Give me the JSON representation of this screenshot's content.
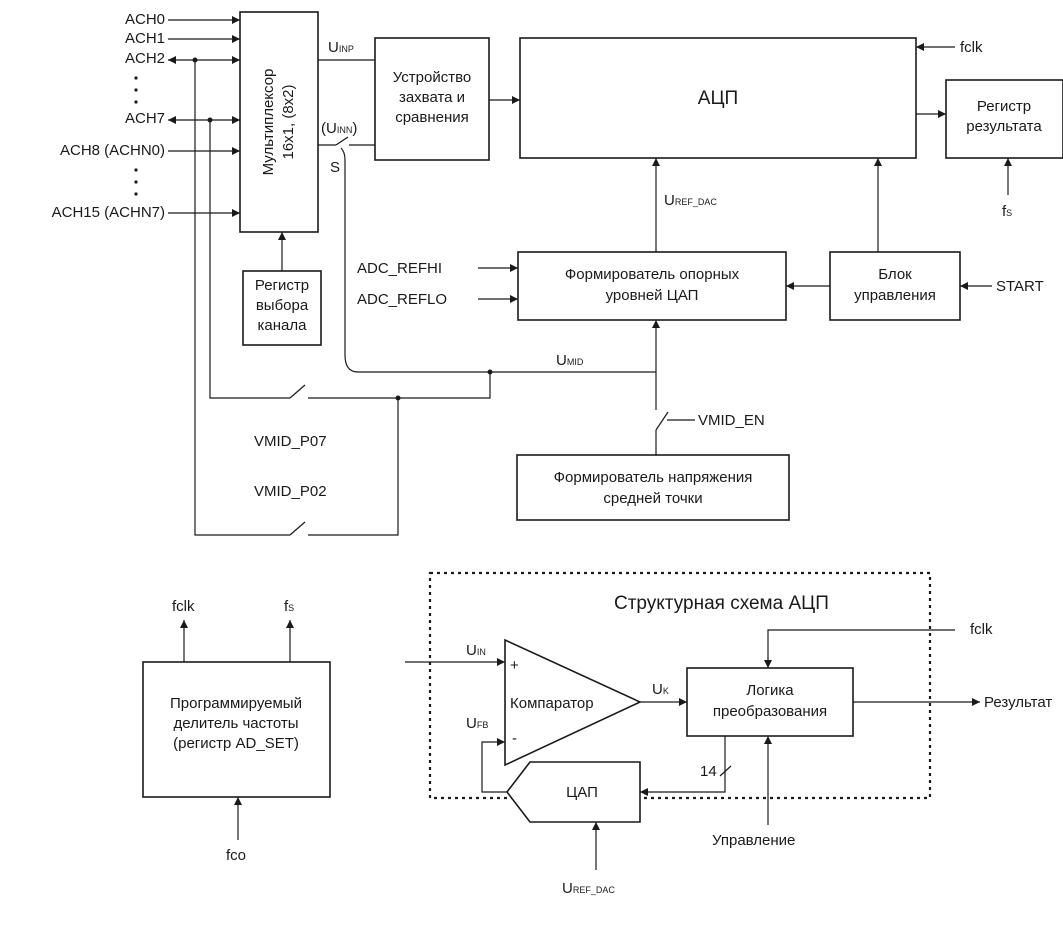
{
  "mux": {
    "label_line1": "Мультиплексор",
    "label_line2": "16x1, (8x2)"
  },
  "inputs": {
    "ach0": "ACH0",
    "ach1": "ACH1",
    "ach2": "ACH2",
    "ach7": "ACH7",
    "ach8": "ACH8 (ACHN0)",
    "ach15": "ACH15 (ACHN7)"
  },
  "signals": {
    "u_inp": "U",
    "u_inp_sub": "INP",
    "u_inn_pre": "(U",
    "u_inn_sub": "INN",
    "u_inn_post": ")",
    "s": "S",
    "plus": "+",
    "minus": "-",
    "u_ref_dac": "U",
    "u_ref_dac_sub": "REF_DAC",
    "u_mid": "U",
    "u_mid_sub": "MID",
    "fclk": "fclk",
    "fs": "f",
    "fs_sub": "S",
    "fco": "fco",
    "start": "START",
    "adc_refhi": "ADC_REFHI",
    "adc_reflo": "ADC_REFLO",
    "vmid_en": "VMID_EN",
    "vmid_p07": "VMID_P07",
    "vmid_p02": "VMID_P02"
  },
  "blocks": {
    "capture": [
      "Устройство",
      "захвата и",
      "сравнения"
    ],
    "adc": "АЦП",
    "result_reg": [
      "Регистр",
      "результата"
    ],
    "ref_former": [
      "Формирователь опорных",
      "уровней ЦАП"
    ],
    "control": [
      "Блок",
      "управления"
    ],
    "channel_reg": [
      "Регистр",
      "выбора",
      "канала"
    ],
    "mid_former": [
      "Формирователь напряжения",
      "средней точки"
    ],
    "divider": [
      "Программируемый",
      "делитель частоты",
      "(регистр AD_SET)"
    ]
  },
  "structure": {
    "title": "Структурная схема АЦП",
    "comparator": "Компаратор",
    "logic": [
      "Логика",
      "преобразования"
    ],
    "dac": "ЦАП",
    "u_in": "U",
    "u_in_sub": "IN",
    "u_fb": "U",
    "u_fb_sub": "FB",
    "u_k": "U",
    "u_k_sub": "K",
    "bits": "14",
    "fclk": "fclk",
    "result": "Результат",
    "control": "Управление",
    "u_ref_dac": "U",
    "u_ref_dac_sub": "REF_DAC"
  }
}
